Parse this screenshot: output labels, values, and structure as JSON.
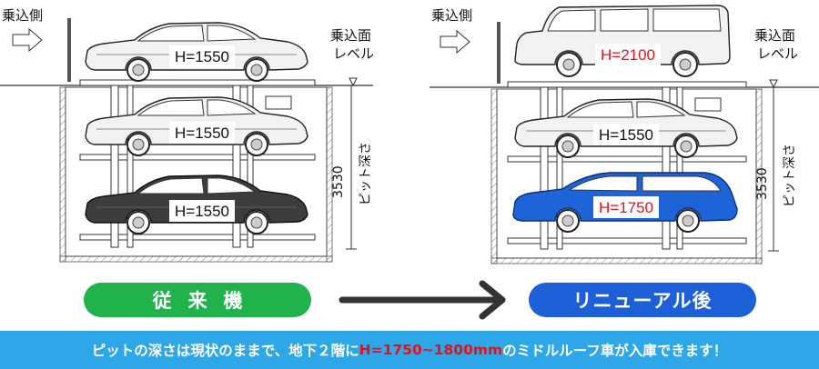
{
  "labels": {
    "boarding_side": "乗込側",
    "boarding_level_line1": "乗込面",
    "boarding_level_line2": "レベル",
    "depth_value": "3530",
    "pit_depth": "ピット深さ"
  },
  "before": {
    "heights": [
      "H=1550",
      "H=1550",
      "H=1550"
    ],
    "pill": "従来機"
  },
  "after": {
    "heights": [
      "H=2100",
      "H=1550",
      "H=1750"
    ],
    "pill": "リニューアル後"
  },
  "banner": {
    "prefix": "ピットの深さは現状のままで、地下２階に",
    "highlight": "H=1750~1800mm",
    "suffix": "のミドルルーフ車が入庫できます！"
  },
  "colors": {
    "before_pill": "#22b24c",
    "after_pill": "#1d5fd6",
    "banner_bg": "#2ea7e8",
    "highlight_text": "#e8101a",
    "new_car_blue": "#1e63d8"
  }
}
